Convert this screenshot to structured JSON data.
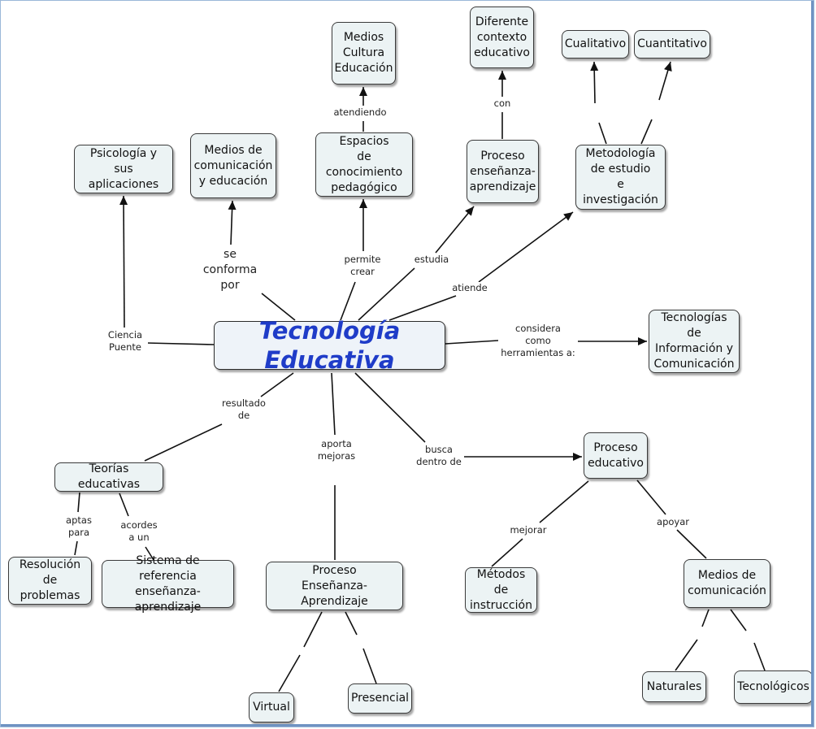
{
  "map": {
    "nodes": [
      {
        "id": "tecnologia",
        "text": "Tecnología Educativa"
      },
      {
        "id": "psicologia",
        "text": "Psicología y sus\naplicaciones"
      },
      {
        "id": "medios_com_edu",
        "text": "Medios de\ncomunicación\ny educación"
      },
      {
        "id": "espacios",
        "text": "Espacios\nde conocimiento\npedagógico"
      },
      {
        "id": "medios_cultura",
        "text": "Medios\nCultura\nEducación"
      },
      {
        "id": "proceso_ea",
        "text": "Proceso\nenseñanza-\naprendizaje"
      },
      {
        "id": "diferente",
        "text": "Diferente\ncontexto\neducativo"
      },
      {
        "id": "metodologia",
        "text": "Metodología\nde estudio\ne investigación"
      },
      {
        "id": "cualitativo",
        "text": "Cualitativo"
      },
      {
        "id": "cuantitativo",
        "text": "Cuantitativo"
      },
      {
        "id": "tic",
        "text": "Tecnologías de\nInformación y\nComunicación"
      },
      {
        "id": "teorias",
        "text": "Teorías educativas"
      },
      {
        "id": "resolucion",
        "text": "Resolución\nde problemas"
      },
      {
        "id": "sistema",
        "text": "Sistema de referencia\nenseñanza-aprendizaje"
      },
      {
        "id": "proceso_EA",
        "text": "Proceso\nEnseñanza-Aprendizaje"
      },
      {
        "id": "virtual",
        "text": "Virtual"
      },
      {
        "id": "presencial",
        "text": "Presencial"
      },
      {
        "id": "proceso_educativo",
        "text": "Proceso\neducativo"
      },
      {
        "id": "metodos",
        "text": "Métodos de\ninstrucción"
      },
      {
        "id": "medios_comunicacion",
        "text": "Medios de\ncomunicación"
      },
      {
        "id": "naturales",
        "text": "Naturales"
      },
      {
        "id": "tecnologicos",
        "text": "Tecnológicos"
      }
    ],
    "labels": [
      {
        "id": "ciencia",
        "text": "Ciencia\nPuente"
      },
      {
        "id": "se_conforma",
        "text": "se\nconforma\npor"
      },
      {
        "id": "permite",
        "text": "permite\ncrear"
      },
      {
        "id": "atendiendo",
        "text": "atendiendo"
      },
      {
        "id": "estudia",
        "text": "estudia"
      },
      {
        "id": "con",
        "text": "con"
      },
      {
        "id": "atiende",
        "text": "atiende"
      },
      {
        "id": "considera",
        "text": "considera\ncomo\nherramientas a:"
      },
      {
        "id": "resultado",
        "text": "resultado\nde"
      },
      {
        "id": "aptas",
        "text": "aptas\npara"
      },
      {
        "id": "acordes",
        "text": "acordes\na un"
      },
      {
        "id": "aporta",
        "text": "aporta\nmejoras"
      },
      {
        "id": "busca",
        "text": "busca\ndentro de"
      },
      {
        "id": "mejorar",
        "text": "mejorar"
      },
      {
        "id": "apoyar",
        "text": "apoyar"
      }
    ]
  }
}
